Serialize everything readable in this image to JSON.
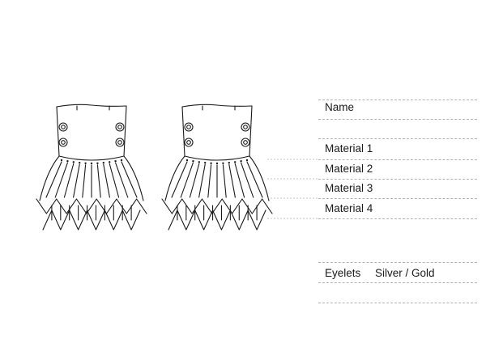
{
  "spec_sheet": {
    "name_label": "Name",
    "material_1_label": "Material 1",
    "material_2_label": "Material 2",
    "material_3_label": "Material 3",
    "material_4_label": "Material 4",
    "eyelets_label": "Eyelets",
    "eyelets_value": "Silver / Gold"
  },
  "colors": {
    "ink": "#1a1a1a",
    "guide": "#b3b3b3",
    "background": "#ffffff"
  }
}
